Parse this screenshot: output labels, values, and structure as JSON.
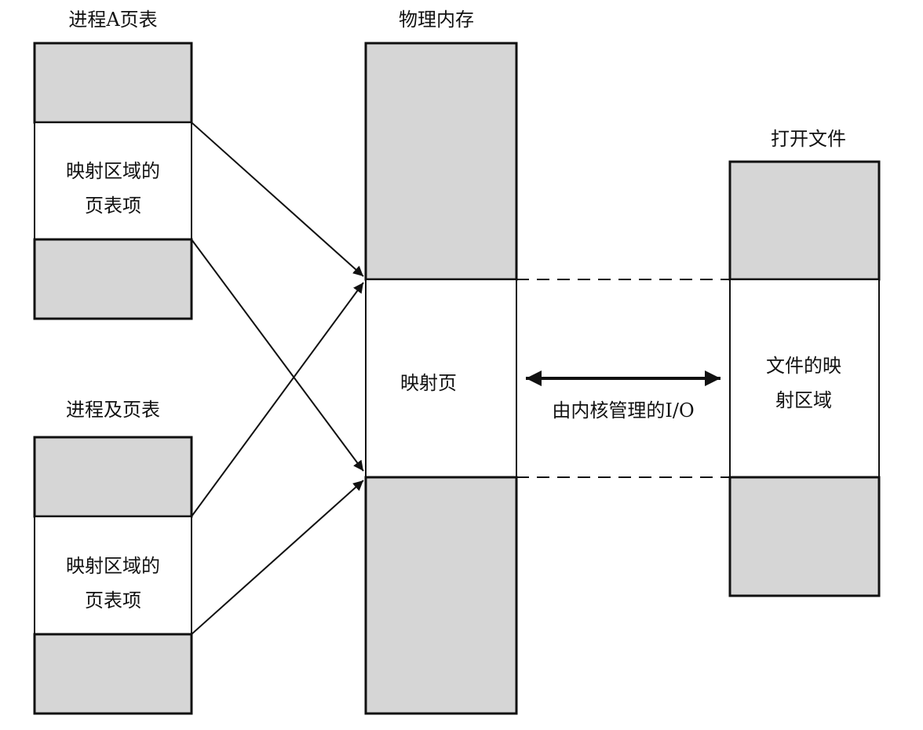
{
  "colors": {
    "shaded_block": "#d6d6d6",
    "clear_block": "#ffffff",
    "stroke": "#111111"
  },
  "process_a": {
    "title": "进程A页表",
    "region_line1": "映射区域的",
    "region_line2": "页表项"
  },
  "process_b": {
    "title": "进程及页表",
    "region_line1": "映射区域的",
    "region_line2": "页表项"
  },
  "physical_memory": {
    "title": "物理内存",
    "mapped_page": "映射页"
  },
  "open_file": {
    "title": "打开文件",
    "region_line1": "文件的映",
    "region_line2": "射区域"
  },
  "kernel_io": {
    "label": "由内核管理的I/O"
  }
}
